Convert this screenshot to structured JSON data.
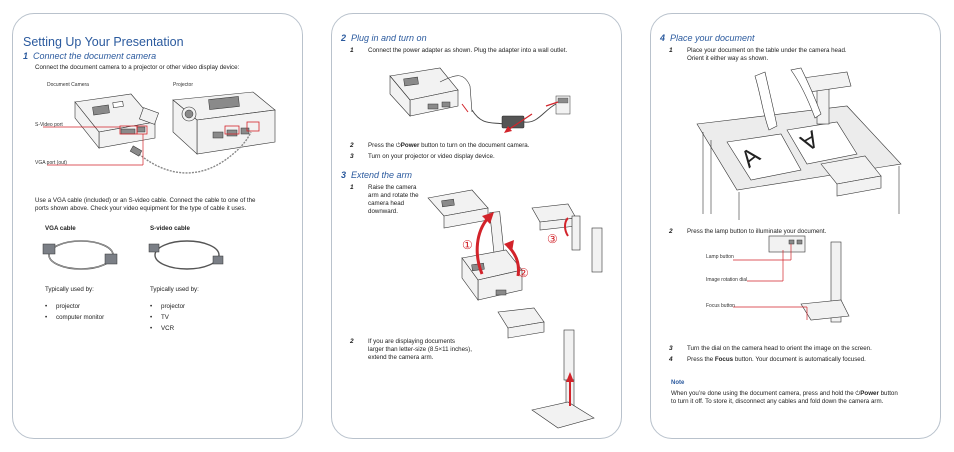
{
  "panel1": {
    "title": "Setting Up Your Presentation",
    "section_num": "1",
    "section_title": "Connect the document camera",
    "intro": "Connect the document camera to a projector or other video display device:",
    "labels": {
      "document_camera": "Document Camera",
      "projector": "Projector",
      "svideo_port": "S-Video port",
      "vga_port": "VGA port (out)"
    },
    "body_line1": "Use a VGA cable (included) or an S-video cable. Connect the cable to one of the",
    "body_line2": "ports shown above. Check your video equipment for the type of cable it uses.",
    "vga": {
      "heading": "VGA cable",
      "used_by": "Typically used by:",
      "items": [
        "projector",
        "computer monitor"
      ]
    },
    "svideo": {
      "heading": "S-video cable",
      "used_by": "Typically used by:",
      "items": [
        "projector",
        "TV",
        "VCR"
      ]
    }
  },
  "panel2": {
    "sec2_num": "2",
    "sec2_title": "Plug in and turn on",
    "step1_num": "1",
    "step1": "Connect the power adapter as shown. Plug the adapter into a wall outlet.",
    "step2_num": "2",
    "step2_pre": "Press the",
    "step2_bold": "Power",
    "step2_post": "button to turn on the document camera.",
    "step3_num": "3",
    "step3": "Turn on your projector or video display device.",
    "sec3_num": "3",
    "sec3_title": "Extend the arm",
    "arm1_num": "1",
    "arm1_lines": [
      "Raise the camera",
      "arm and rotate the",
      "camera head",
      "downward."
    ],
    "arm2_num": "2",
    "arm2_lines": [
      "If you are displaying documents",
      "larger than letter-size (8.5×11 inches),",
      "extend the camera arm."
    ],
    "callouts": [
      "①",
      "②",
      "③"
    ]
  },
  "panel3": {
    "sec4_num": "4",
    "sec4_title": "Place your document",
    "step1_num": "1",
    "step1_line1": "Place your document on the table under the camera head.",
    "step1_line2": "Orient it either way as shown.",
    "step2_num": "2",
    "step2": "Press the lamp button to illuminate your document.",
    "labels": {
      "lamp": "Lamp button",
      "rotation": "Image rotation dial",
      "focus": "Focus button"
    },
    "step3_num": "3",
    "step3": "Turn the dial on the camera head to orient the image on the screen.",
    "step4_num": "4",
    "step4_pre": "Press the",
    "step4_bold": "Focus",
    "step4_post": "button. Your document is automatically focused.",
    "note_title": "Note",
    "note_line1_pre": "When you’re done using the document camera, press and hold the",
    "note_line1_bold": "Power",
    "note_line1_post": "button",
    "note_line2": "to turn it off. To store it, disconnect any cables and fold down the camera arm.",
    "doc_letter": "A"
  },
  "power_icon": "power-icon",
  "colors": {
    "accent_blue": "#2b5a9e",
    "callout_red": "#d2232a",
    "border": "#b9c2cc"
  }
}
